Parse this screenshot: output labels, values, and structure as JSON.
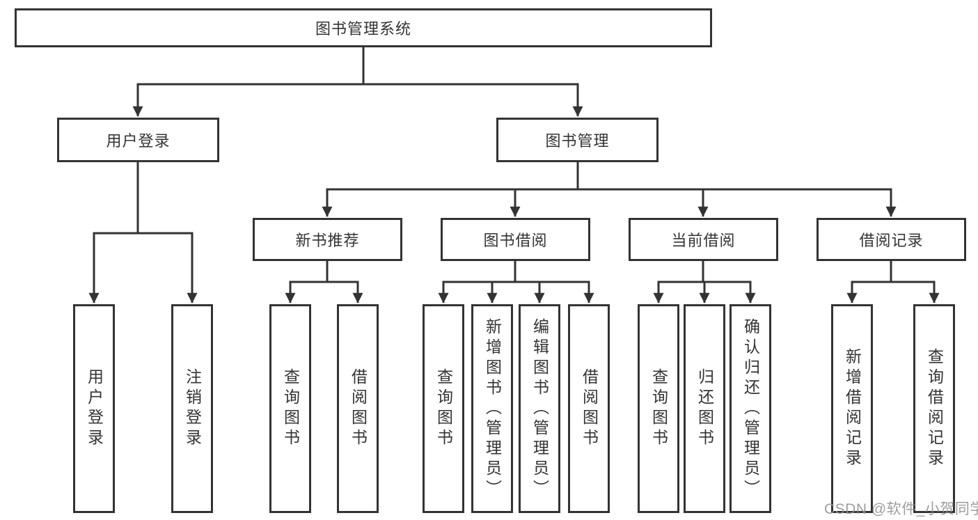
{
  "nodes": {
    "root": "图书管理系统",
    "user_login": "用户登录",
    "book_mgmt": "图书管理",
    "new_book_rec": "新书推荐",
    "book_borrow": "图书借阅",
    "current_borrow": "当前借阅",
    "borrow_records": "借阅记录",
    "leaf_user_login": "用户登录",
    "leaf_logout": "注销登录",
    "leaf_nbr_query_books": "查询图书",
    "leaf_nbr_borrow_books": "借阅图书",
    "leaf_bb_query_books": "查询图书",
    "leaf_bb_add_book_admin": "新增图书（管理员）",
    "leaf_bb_edit_book_admin": "编辑图书（管理员）",
    "leaf_bb_borrow_books": "借阅图书",
    "leaf_cb_query_books": "查询图书",
    "leaf_cb_return_book": "归还图书",
    "leaf_cb_confirm_return_admin": "确认归还（管理员）",
    "leaf_br_add_record": "新增借阅记录",
    "leaf_br_query_record": "查询借阅记录"
  },
  "watermark": {
    "text": "CSDN @软件_小贺同学"
  },
  "colors": {
    "line": "#333333",
    "box_border": "#333333",
    "text": "#333333",
    "watermark": "#919191",
    "background": "#ffffff"
  }
}
